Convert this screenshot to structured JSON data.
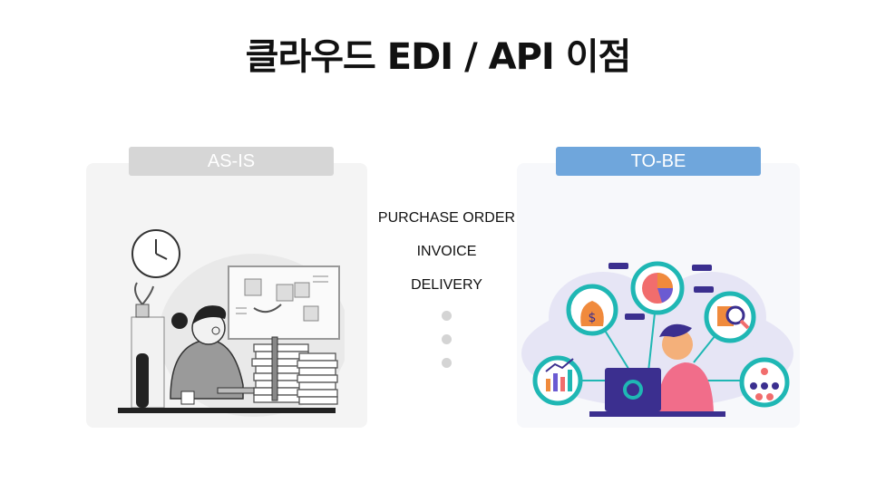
{
  "title": "클라우드 EDI / API 이점",
  "as_is": {
    "label": "AS-IS"
  },
  "to_be": {
    "label": "TO-BE"
  },
  "flow_items": [
    "PURCHASE ORDER",
    "INVOICE",
    "DELIVERY"
  ],
  "colors": {
    "as_is_tag": "#d6d6d6",
    "to_be_tag": "#6fa6dc",
    "teal": "#1fb7b4",
    "purple": "#3b2f8f"
  },
  "illustrations": [
    "busy-office-worker-illustration",
    "connected-analytics-worker-illustration"
  ]
}
